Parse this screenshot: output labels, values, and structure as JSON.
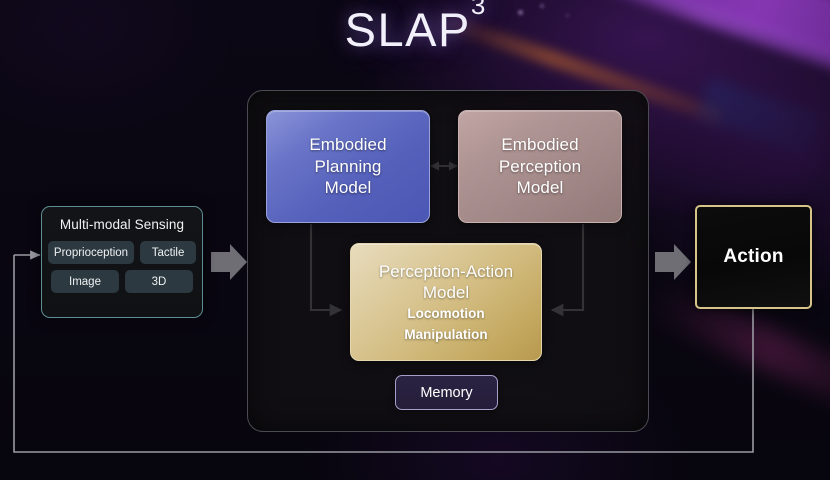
{
  "title": {
    "base": "SLAP",
    "superscript": "3"
  },
  "sensing": {
    "heading": "Multi-modal Sensing",
    "tags": [
      {
        "label": "Proprioception"
      },
      {
        "label": "Tactile"
      },
      {
        "label": "Image"
      },
      {
        "label": "3D"
      }
    ]
  },
  "core": {
    "planning": {
      "line1": "Embodied",
      "line2": "Planning",
      "line3": "Model"
    },
    "perception": {
      "line1": "Embodied",
      "line2": "Perception",
      "line3": "Model"
    },
    "perception_action": {
      "line1": "Perception-Action",
      "line2": "Model",
      "sub1": "Locomotion",
      "sub2": "Manipulation"
    },
    "memory": {
      "label": "Memory"
    }
  },
  "output": {
    "action": "Action"
  },
  "icons": {
    "flow_arrow_in": "block-arrow-right-icon",
    "flow_arrow_out": "block-arrow-right-icon",
    "bidirectional": "double-headed-arrow-icon",
    "plan_to_pam": "elbow-arrow-down-right-icon",
    "perc_to_pam": "elbow-arrow-down-left-icon",
    "feedback": "feedback-loop-arrow-icon"
  },
  "colors": {
    "background": "#0a0710",
    "panel_border": "#4b4b52",
    "planning_box": "#5460ba",
    "perception_box": "#9f8584",
    "perception_action_box": "#d2bb7f",
    "memory_border": "#a79ecb",
    "action_border": "#d6c489",
    "sensing_border": "#5e8e92",
    "tag_fill": "#2c3940",
    "block_arrow": "#6e6e74",
    "thin_arrow": "#ffffff",
    "feedback_line": "#9a9aa2",
    "accent_purple": "#963eC8"
  }
}
